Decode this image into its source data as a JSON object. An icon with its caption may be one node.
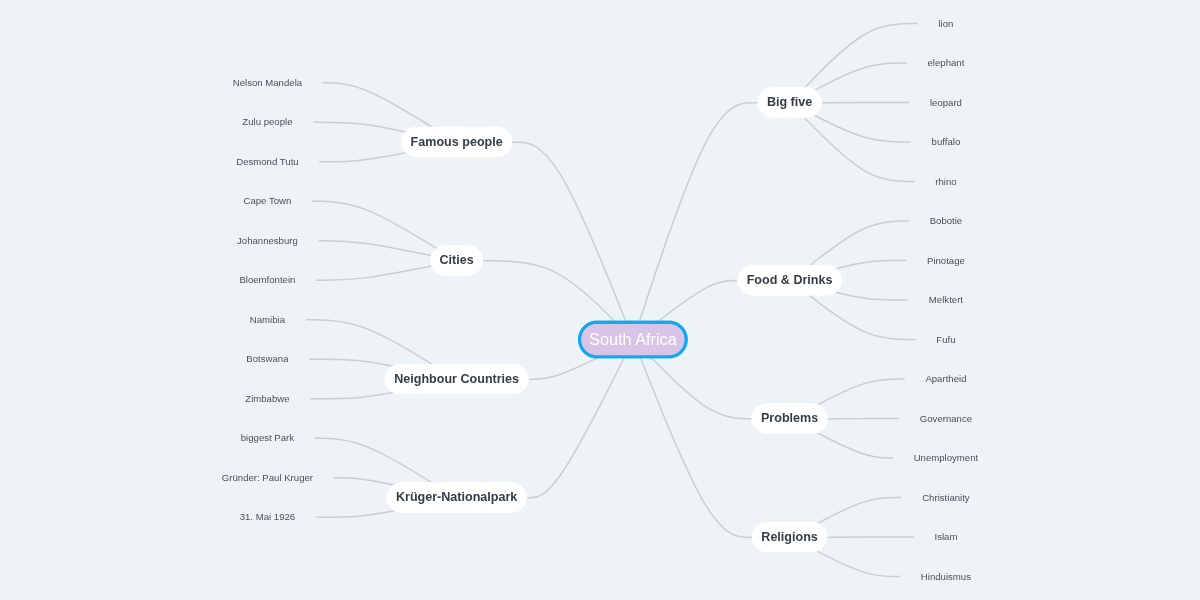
{
  "diagram": {
    "nodes": [
      {
        "text": [
          "South Africa"
        ]
      },
      {
        "text": [
          "Famous people"
        ]
      },
      {
        "text": [
          "Nelson Mandela"
        ]
      },
      {
        "text": [
          "Zulu people"
        ]
      },
      {
        "text": [
          "Desmond Tutu"
        ]
      },
      {
        "text": [
          "Cities"
        ]
      },
      {
        "text": [
          "Cape Town"
        ]
      },
      {
        "text": [
          "Johannesburg"
        ]
      },
      {
        "text": [
          "Bloemfontein"
        ]
      },
      {
        "text": [
          "Neighbour Countries"
        ]
      },
      {
        "text": [
          "Namibia"
        ]
      },
      {
        "text": [
          "Botswana"
        ]
      },
      {
        "text": [
          "Zimbabwe"
        ]
      },
      {
        "text": [
          "Krüger-Nationalpark"
        ]
      },
      {
        "text": [
          "biggest Park"
        ]
      },
      {
        "text": [
          "Gründer: Paul Kruger"
        ]
      },
      {
        "text": [
          "31. Mai 1926"
        ]
      },
      {
        "text": [
          "Big five"
        ]
      },
      {
        "text": [
          "lion"
        ]
      },
      {
        "text": [
          "elephant"
        ]
      },
      {
        "text": [
          "leopard"
        ]
      },
      {
        "text": [
          "buffalo"
        ]
      },
      {
        "text": [
          "rhino"
        ]
      },
      {
        "text": [
          "Food & Drinks"
        ]
      },
      {
        "text": [
          "Bobotie"
        ]
      },
      {
        "text": [
          "Pinotage"
        ]
      },
      {
        "text": [
          "Melktert"
        ]
      },
      {
        "text": [
          "Fufu"
        ]
      },
      {
        "text": [
          "Problems"
        ]
      },
      {
        "text": [
          "Apartheid"
        ]
      },
      {
        "text": [
          "Governance"
        ]
      },
      {
        "text": [
          "Unemployment"
        ]
      },
      {
        "text": [
          "Religions"
        ]
      },
      {
        "text": [
          "Christianity"
        ]
      },
      {
        "text": [
          "Islam"
        ]
      },
      {
        "text": [
          "Hinduismus"
        ]
      }
    ],
    "edges": [
      {
        "from": 2,
        "to": 1,
        "arrow": "none"
      },
      {
        "from": 3,
        "to": 1,
        "arrow": "none"
      },
      {
        "from": 4,
        "to": 1,
        "arrow": "none"
      },
      {
        "from": 1,
        "to": 0,
        "arrow": "none"
      },
      {
        "from": 6,
        "to": 5,
        "arrow": "none"
      },
      {
        "from": 7,
        "to": 5,
        "arrow": "none"
      },
      {
        "from": 8,
        "to": 5,
        "arrow": "none"
      },
      {
        "from": 5,
        "to": 0,
        "arrow": "none"
      },
      {
        "from": 10,
        "to": 9,
        "arrow": "none"
      },
      {
        "from": 11,
        "to": 9,
        "arrow": "none"
      },
      {
        "from": 12,
        "to": 9,
        "arrow": "none"
      },
      {
        "from": 9,
        "to": 0,
        "arrow": "none"
      },
      {
        "from": 14,
        "to": 13,
        "arrow": "none"
      },
      {
        "from": 15,
        "to": 13,
        "arrow": "none"
      },
      {
        "from": 16,
        "to": 13,
        "arrow": "none"
      },
      {
        "from": 13,
        "to": 0,
        "arrow": "none"
      },
      {
        "from": 0,
        "to": 17,
        "arrow": "none"
      },
      {
        "from": 17,
        "to": 18,
        "arrow": "none"
      },
      {
        "from": 17,
        "to": 19,
        "arrow": "none"
      },
      {
        "from": 17,
        "to": 20,
        "arrow": "none"
      },
      {
        "from": 17,
        "to": 21,
        "arrow": "none"
      },
      {
        "from": 17,
        "to": 22,
        "arrow": "none"
      },
      {
        "from": 0,
        "to": 23,
        "arrow": "none"
      },
      {
        "from": 23,
        "to": 24,
        "arrow": "none"
      },
      {
        "from": 23,
        "to": 25,
        "arrow": "none"
      },
      {
        "from": 23,
        "to": 26,
        "arrow": "none"
      },
      {
        "from": 23,
        "to": 27,
        "arrow": "none"
      },
      {
        "from": 0,
        "to": 28,
        "arrow": "none"
      },
      {
        "from": 28,
        "to": 29,
        "arrow": "none"
      },
      {
        "from": 28,
        "to": 30,
        "arrow": "none"
      },
      {
        "from": 28,
        "to": 31,
        "arrow": "none"
      },
      {
        "from": 0,
        "to": 32,
        "arrow": "none"
      },
      {
        "from": 32,
        "to": 33,
        "arrow": "none"
      },
      {
        "from": 32,
        "to": 34,
        "arrow": "none"
      },
      {
        "from": 32,
        "to": 35,
        "arrow": "none"
      }
    ]
  }
}
